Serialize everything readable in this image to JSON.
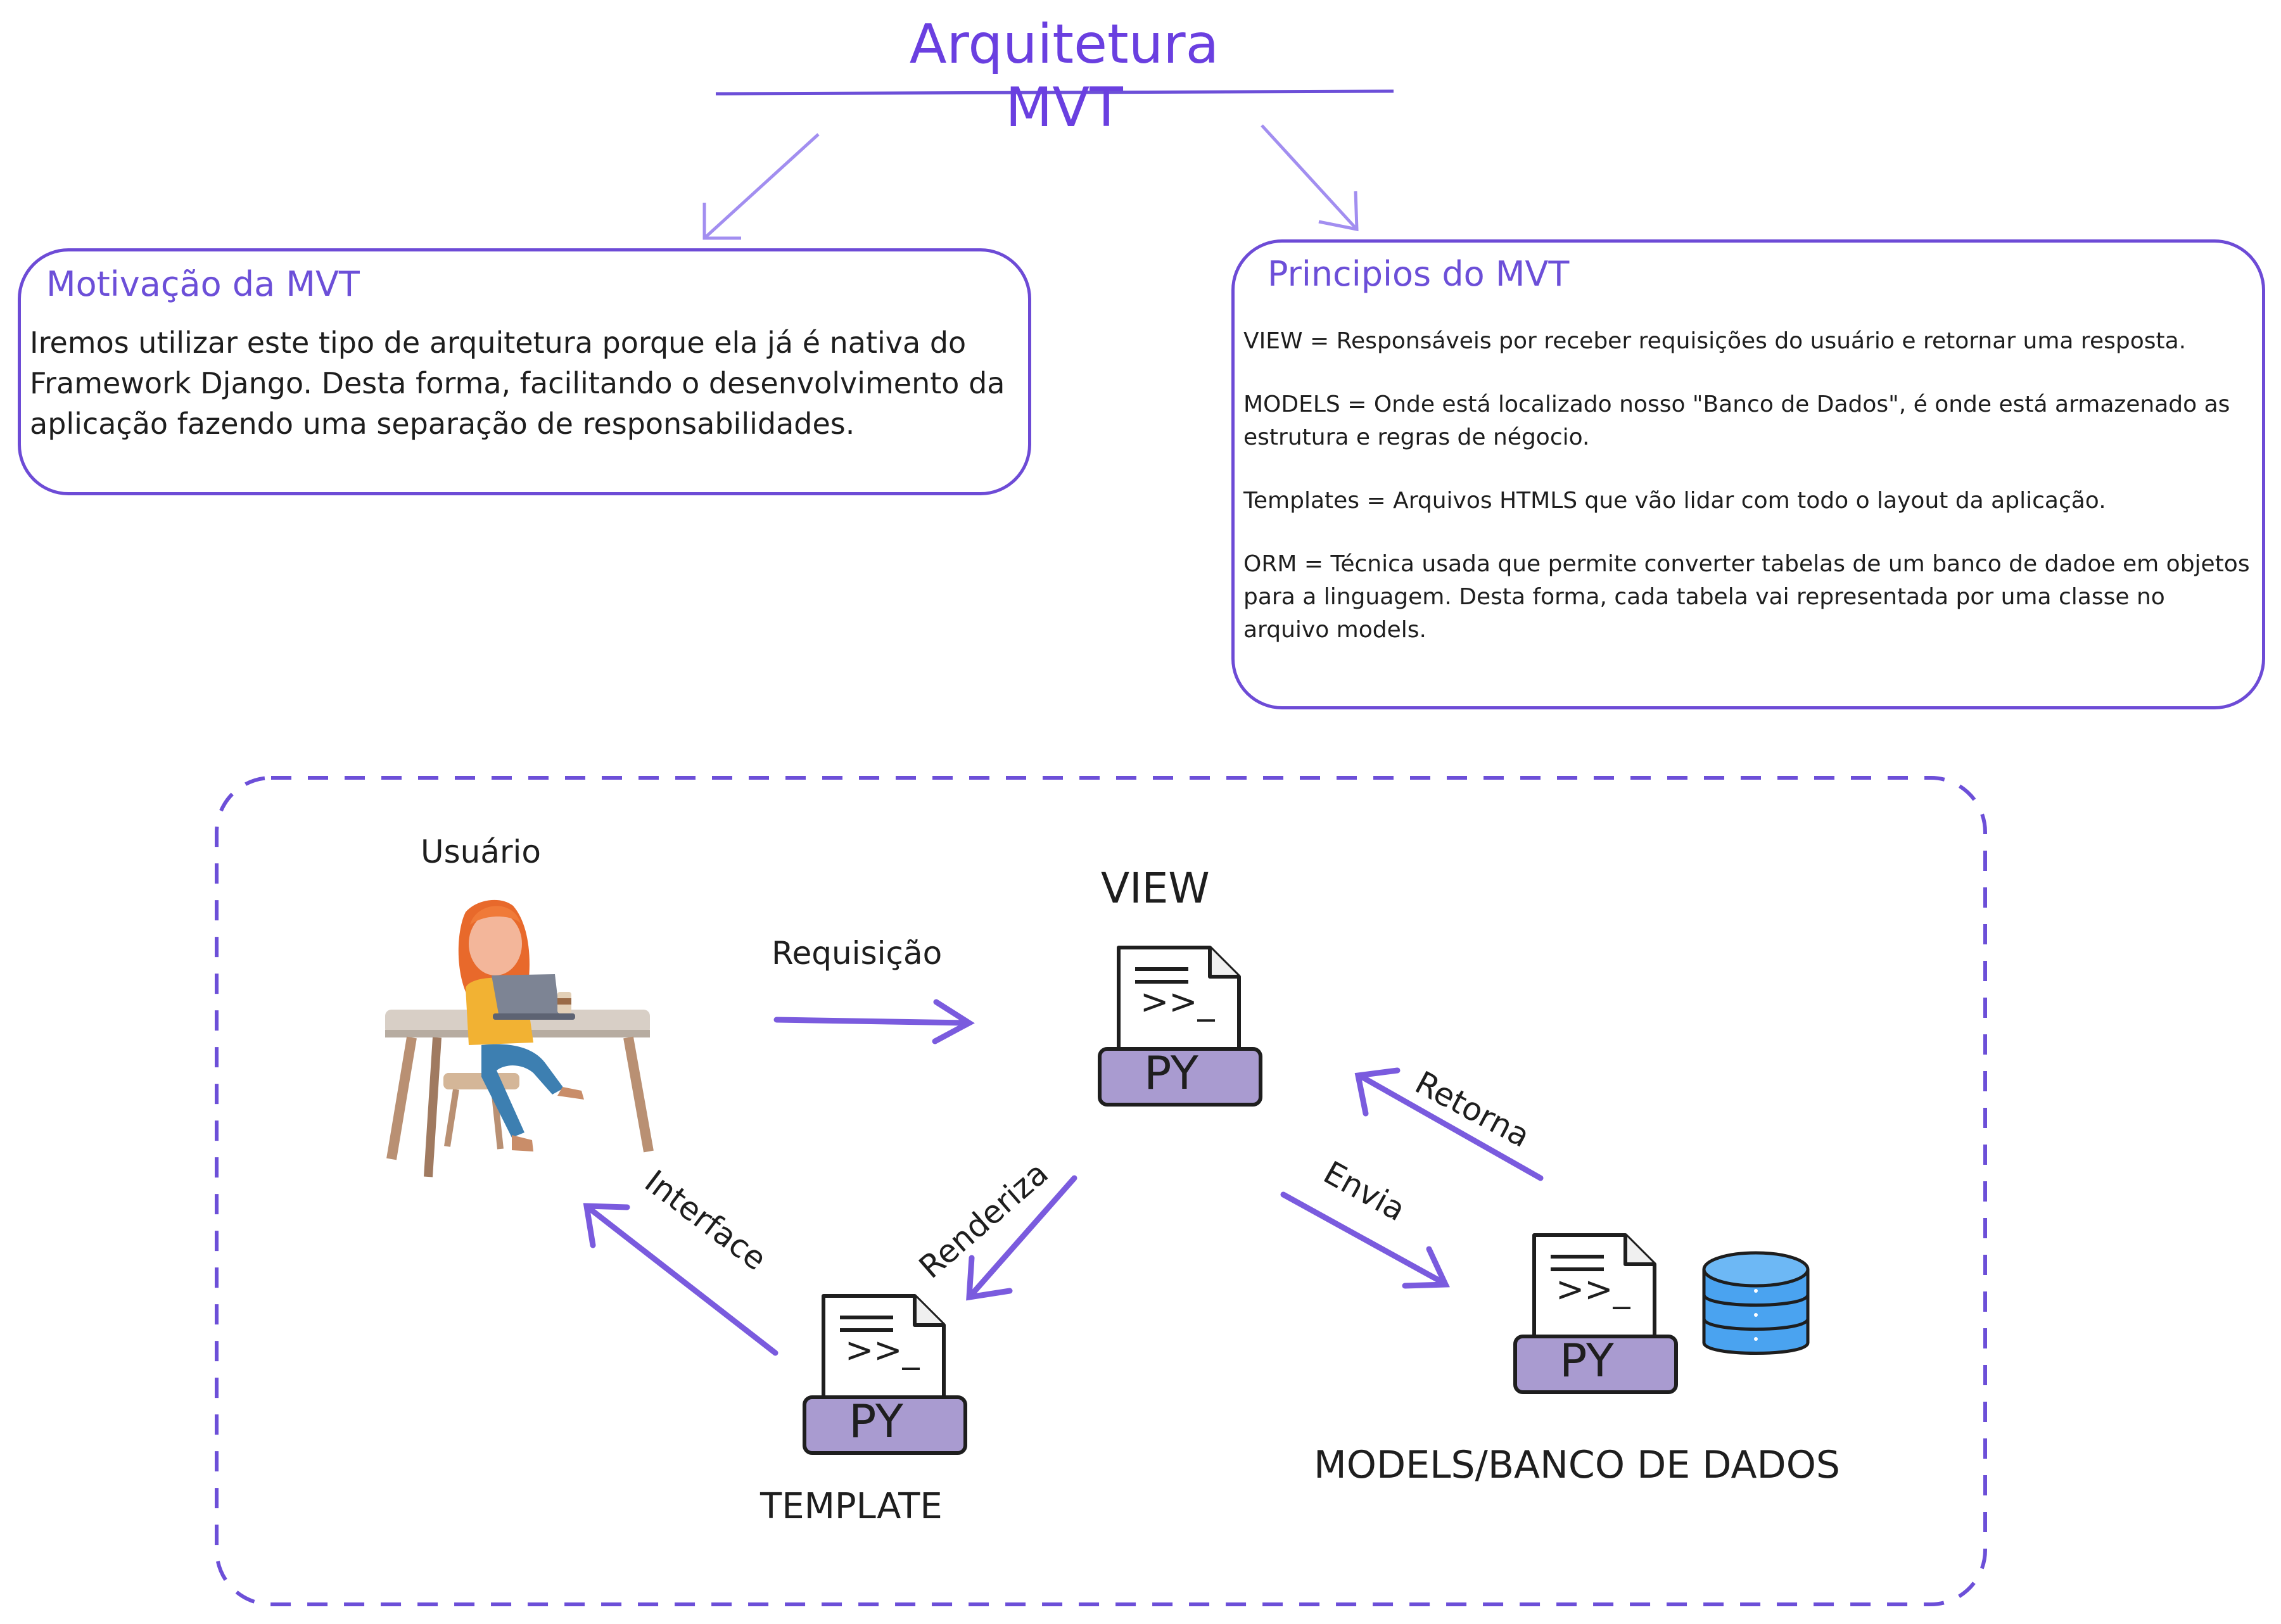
{
  "title": "Arquitetura MVT",
  "motivacao": {
    "title": "Motivação da MVT",
    "text": "Iremos utilizar este tipo de arquitetura porque ela já é nativa do Framework Django. Desta forma, facilitando o desenvolvimento da aplicação fazendo uma separação de responsabilidades."
  },
  "principios": {
    "title": "Principios do MVT",
    "items": [
      "VIEW = Responsáveis por receber requisições do usuário e retornar uma resposta.",
      "MODELS = Onde está localizado nosso \"Banco de Dados\", é onde está armazenado as estrutura e regras de négocio.",
      "Templates = Arquivos HTMLS que vão lidar com todo o layout da aplicação.",
      "ORM = Técnica usada que permite converter tabelas de um banco de dadoe em objetos para a linguagem. Desta forma, cada tabela vai representada por uma classe no arquivo models."
    ]
  },
  "diagram": {
    "user_label": "Usuário",
    "view_label": "VIEW",
    "template_label": "TEMPLATE",
    "models_label": "MODELS/BANCO DE DADOS",
    "file_prompt": ">>_",
    "file_badge": "PY",
    "edges": {
      "requisicao": "Requisição",
      "retorna": "Retorna",
      "envia": "Envia",
      "renderiza": "Renderiza",
      "interface": "Interface"
    }
  },
  "colors": {
    "accent": "#6c4fd8",
    "box_border": "#6d4bd6",
    "py_badge": "#a99bd0",
    "database": "#4aa3f0"
  }
}
